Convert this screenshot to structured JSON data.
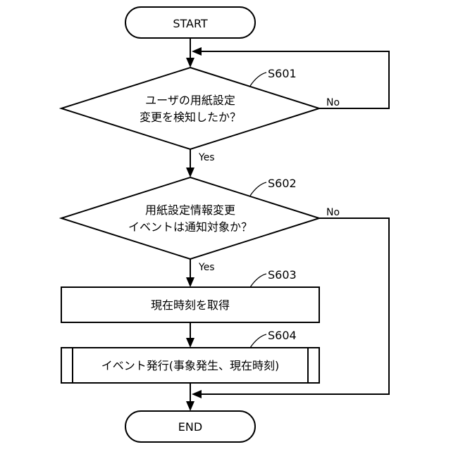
{
  "flowchart": {
    "start_label": "START",
    "end_label": "END",
    "steps": {
      "s601": {
        "id": "S601",
        "text_line1": "ユーザの用紙設定",
        "text_line2": "変更を検知したか？",
        "yes_label": "Yes",
        "no_label": "No"
      },
      "s602": {
        "id": "S602",
        "text_line1": "用紙設定情報変更",
        "text_line2": "イベントは通知対象か？",
        "yes_label": "Yes",
        "no_label": "No"
      },
      "s603": {
        "id": "S603",
        "text": "現在時刻を取得"
      },
      "s604": {
        "id": "S604",
        "text": "イベント発行(事象発生、現在時刻)"
      }
    }
  }
}
